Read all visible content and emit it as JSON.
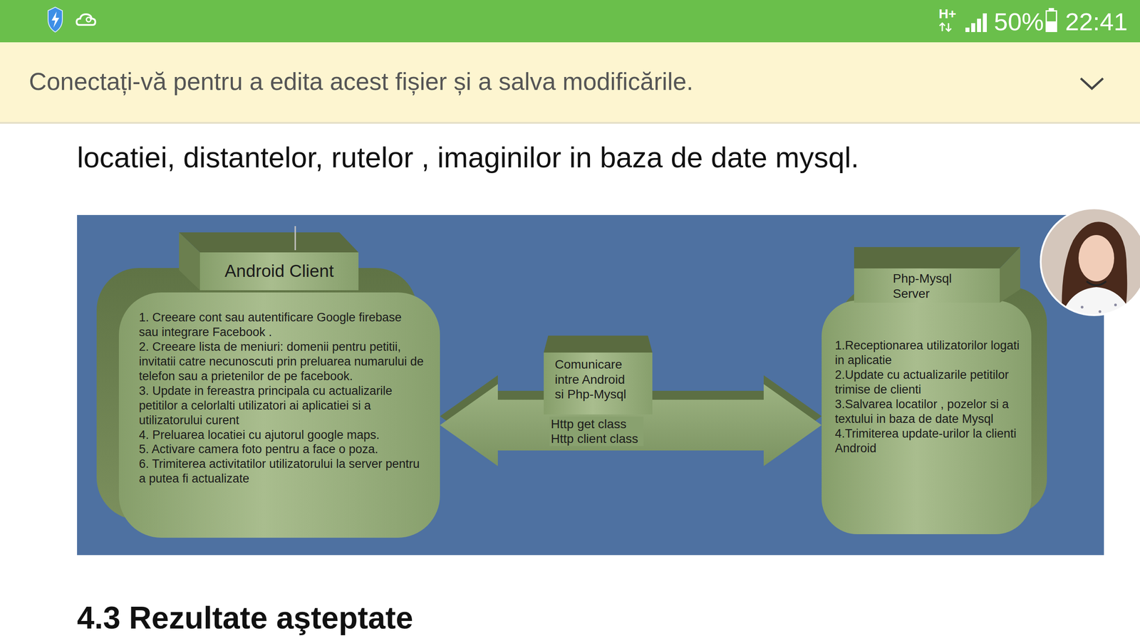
{
  "diagram": {
    "nodes": [
      {
        "text": [
          "Android Client",
          "1. Creeare cont sau autentificare Google firebase sau integrare Facebook .",
          "2. Creeare lista de meniuri: domenii pentru petitii, invitatii catre necunoscuti prin preluarea numarului de telefon sau a prietenilor de pe facebook.",
          "3. Update in fereastra principala cu actualizarile petitilor a celorlalti utilizatori ai aplicatiei si a utilizatorului curent",
          "4. Preluarea locatiei cu ajutorul google maps.",
          "5. Activare camera foto pentru a face o poza.",
          "6. Trimiterea activitatilor utilizatorului la server pentru a putea fi actualizate"
        ]
      },
      {
        "text": [
          "Comunicare intre Android si Php-Mysql"
        ]
      },
      {
        "text": [
          "Php-Mysql Server",
          "1.Receptionarea utilizatorilor logati in aplicatie",
          "2.Update cu actualizarile petitilor trimise de clienti",
          "3.Salvarea locatilor , pozelor si a textului in baza de date Mysql",
          "4.Trimiterea update-urilor la clienti Android"
        ]
      }
    ],
    "edges": [
      {
        "from": 0,
        "to": 2,
        "arrow": "both",
        "label": "Http get class Http client class"
      }
    ],
    "labels": [
      "H+",
      "50%",
      "22:41",
      "Conectați-vă pentru a edita acest fișier și a salva modificările.",
      "locatiei, distantelor, rutelor , imaginilor in baza de date mysql.",
      "4.3 Rezultate aşteptate"
    ]
  }
}
